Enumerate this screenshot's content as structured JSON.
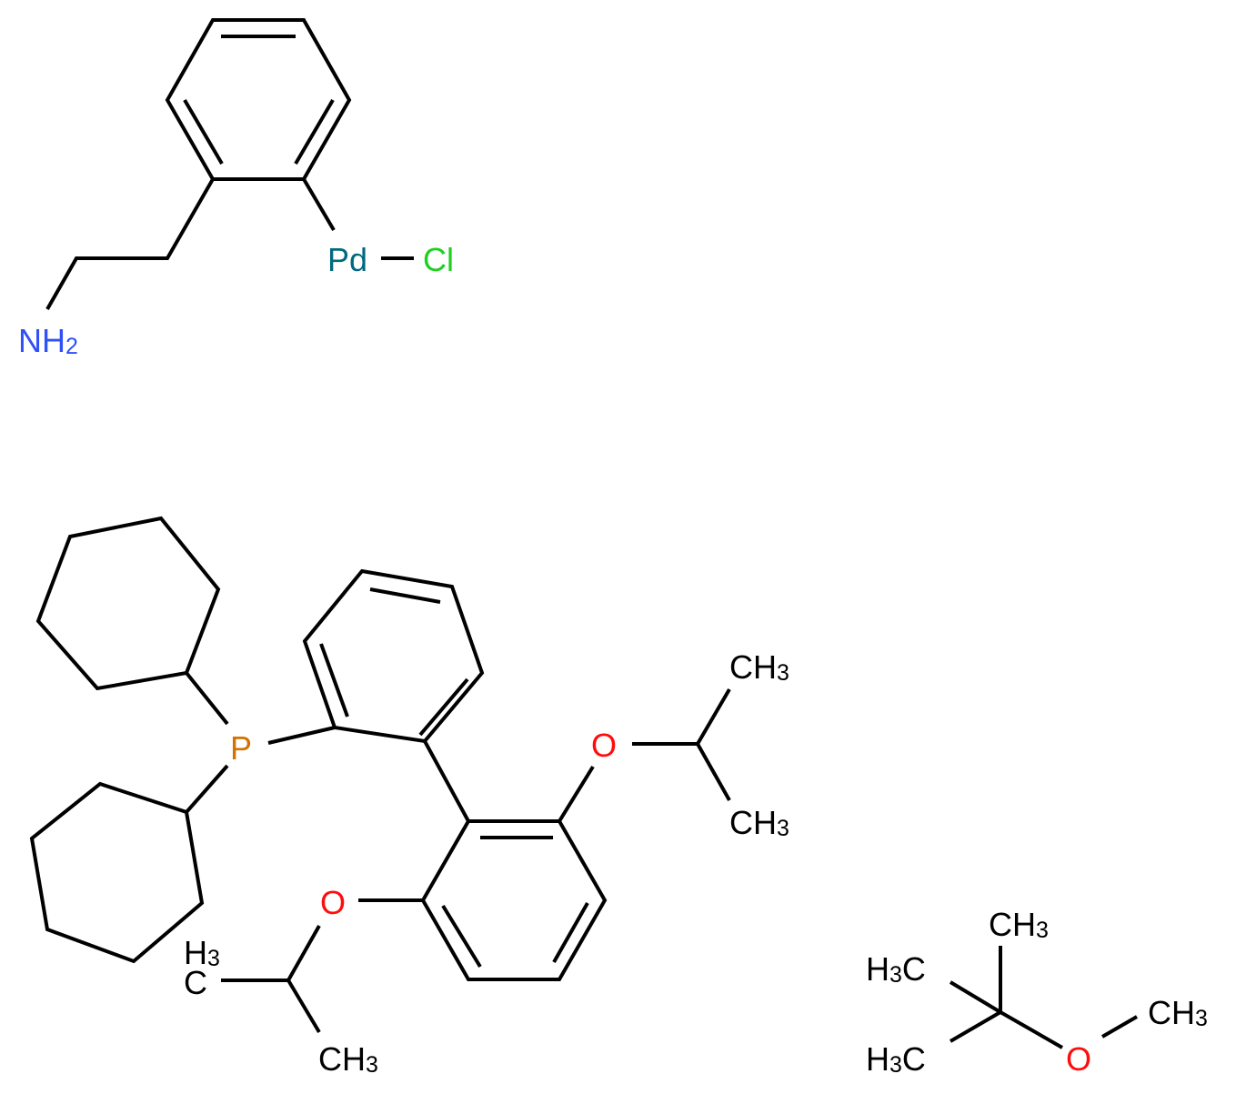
{
  "atoms": {
    "pd": {
      "label": "Pd",
      "color": "#00697F"
    },
    "cl": {
      "label": "Cl",
      "color": "#1FCF1F"
    },
    "nh2": {
      "label": "NH",
      "sub": "2",
      "color": "#3050F8"
    },
    "p": {
      "label": "P",
      "color": "#D27200"
    },
    "o1": {
      "label": "O",
      "color": "#FF0D0D"
    },
    "o2": {
      "label": "O",
      "color": "#FF0D0D"
    },
    "o3": {
      "label": "O",
      "color": "#FF0D0D"
    },
    "ch3_a": {
      "label": "CH",
      "sub": "3"
    },
    "ch3_b": {
      "label": "CH",
      "sub": "3"
    },
    "ch3_c": {
      "label": "CH",
      "sub": "3"
    },
    "h3c_d": {
      "h": "H",
      "sub": "3",
      "c": "C"
    },
    "ch3_e": {
      "label": "CH",
      "sub": "3"
    },
    "h3c_f": {
      "h": "H",
      "sub": "3",
      "c": "C"
    },
    "h3c_g": {
      "h": "H",
      "sub": "3",
      "c": "C"
    },
    "ch3_h": {
      "label": "CH",
      "sub": "3"
    }
  }
}
